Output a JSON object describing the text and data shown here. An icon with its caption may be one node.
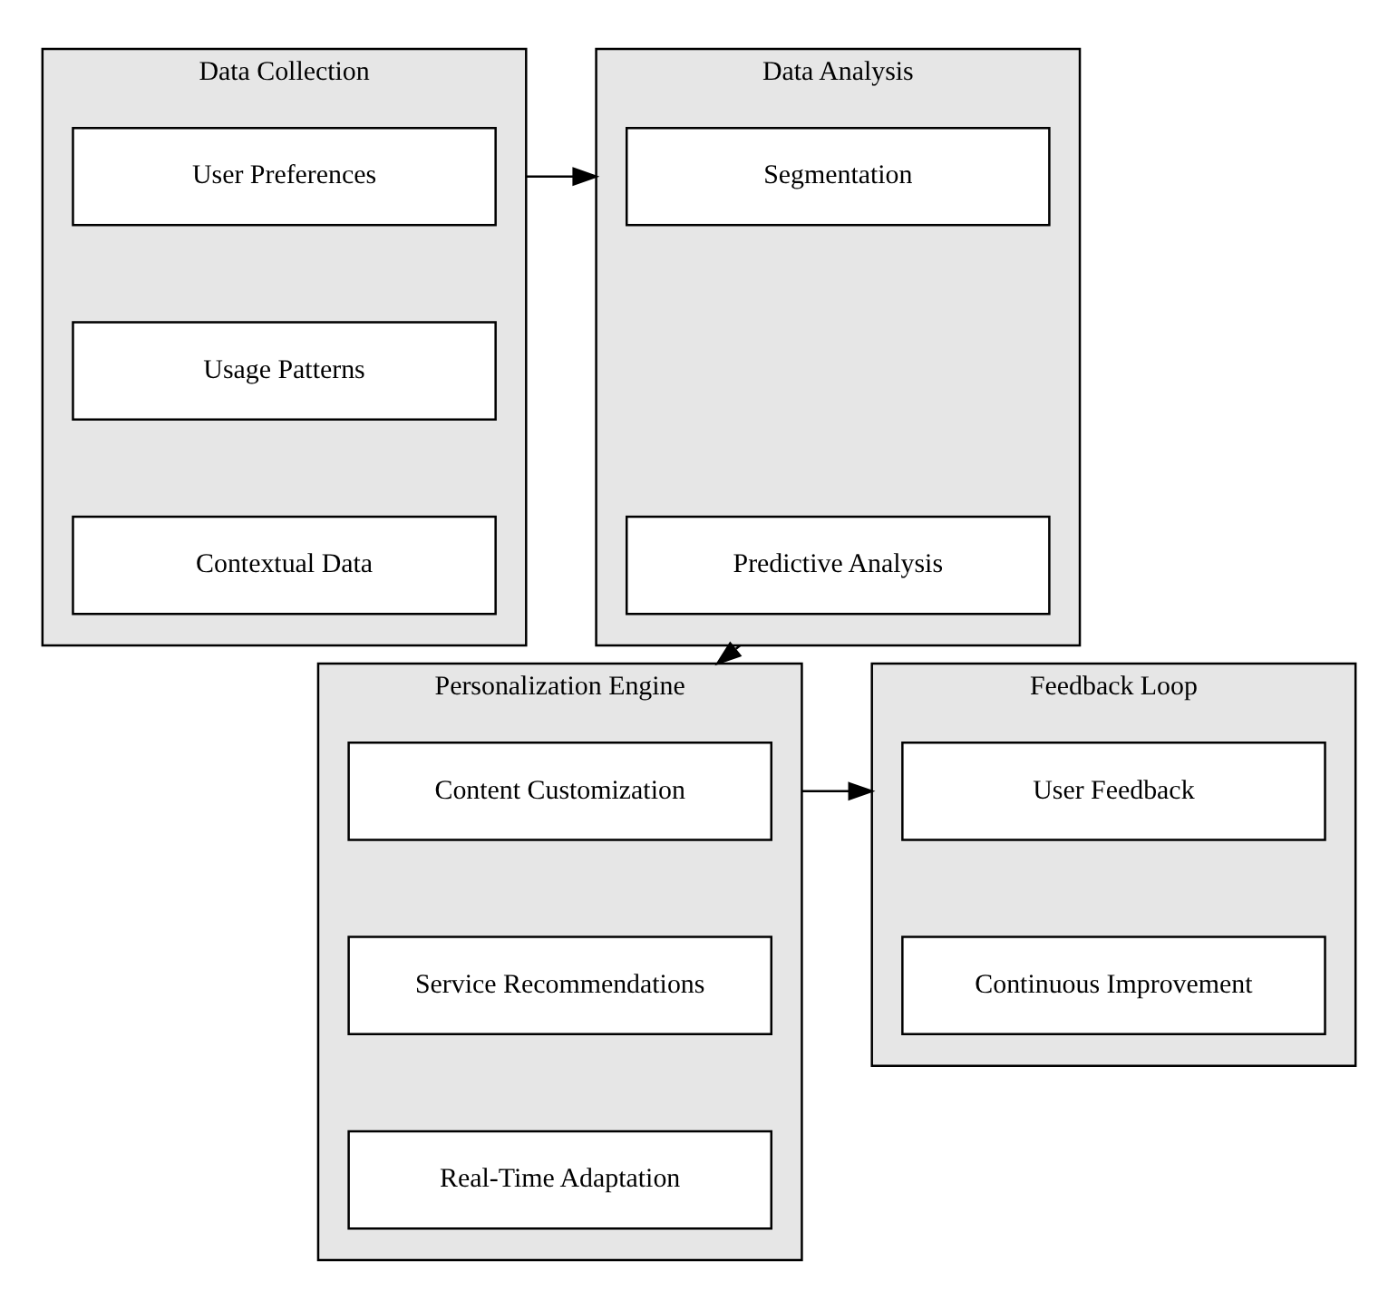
{
  "diagram": {
    "nodes": [
      {
        "text": [
          "Data Collection"
        ]
      },
      {
        "text": [
          "User Preferences"
        ],
        "in": 0
      },
      {
        "text": [
          "Usage Patterns"
        ],
        "in": 0
      },
      {
        "text": [
          "Contextual Data"
        ],
        "in": 0
      },
      {
        "text": [
          "Data Analysis"
        ]
      },
      {
        "text": [
          "Segmentation"
        ],
        "in": 4
      },
      {
        "text": [
          "Predictive Analysis"
        ],
        "in": 4
      },
      {
        "text": [
          "Personalization Engine"
        ]
      },
      {
        "text": [
          "Content Customization"
        ],
        "in": 7
      },
      {
        "text": [
          "Service Recommendations"
        ],
        "in": 7
      },
      {
        "text": [
          "Real-Time Adaptation"
        ],
        "in": 7
      },
      {
        "text": [
          "Feedback Loop"
        ]
      },
      {
        "text": [
          "User Feedback"
        ],
        "in": 11
      },
      {
        "text": [
          "Continuous Improvement"
        ],
        "in": 11
      }
    ],
    "edges": [
      {
        "from": 0,
        "to": 4,
        "arrow": "to"
      },
      {
        "from": 4,
        "to": 7,
        "arrow": "to"
      },
      {
        "from": 7,
        "to": 11,
        "arrow": "to"
      }
    ]
  }
}
